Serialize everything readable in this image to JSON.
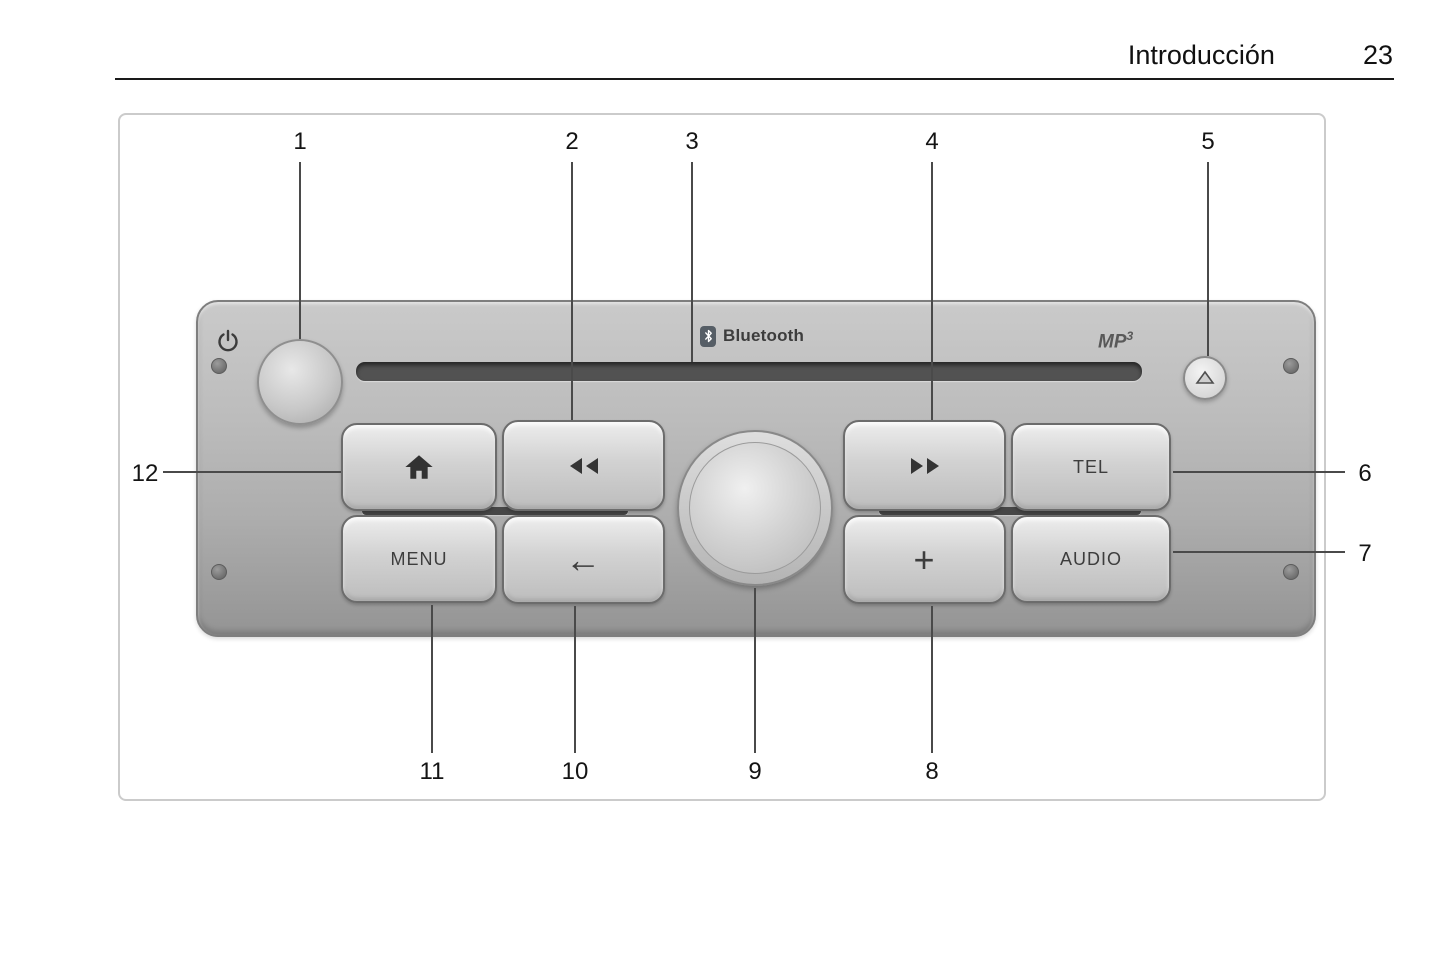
{
  "header": {
    "title": "Introducción",
    "page_number": "23"
  },
  "radio": {
    "bluetooth_label": "Bluetooth",
    "mp3_base": "MP",
    "mp3_sup": "3",
    "buttons": {
      "menu": "MENU",
      "tel": "TEL",
      "audio": "AUDIO",
      "plus": "+",
      "back_arrow": "←"
    }
  },
  "callouts": [
    {
      "label": "1"
    },
    {
      "label": "2"
    },
    {
      "label": "3"
    },
    {
      "label": "4"
    },
    {
      "label": "5"
    },
    {
      "label": "6"
    },
    {
      "label": "7"
    },
    {
      "label": "8"
    },
    {
      "label": "9"
    },
    {
      "label": "10"
    },
    {
      "label": "11"
    },
    {
      "label": "12"
    }
  ],
  "colors": {
    "callout_line": "#4a4a4a",
    "faceplate_gray": "#b0b0b0",
    "slot_gray": "#525252"
  }
}
